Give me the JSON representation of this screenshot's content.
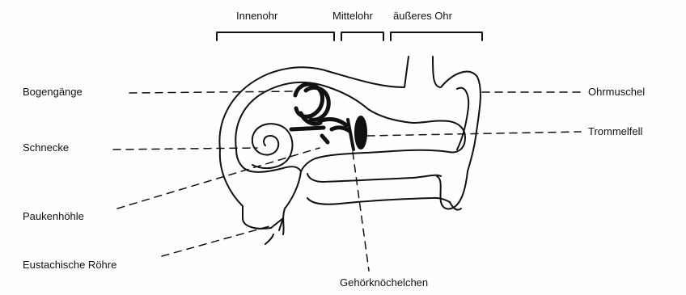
{
  "headers": {
    "inner_ear": "Innenohr",
    "middle_ear": "Mittelohr",
    "outer_ear": "äußeres Ohr"
  },
  "labels": {
    "semicircular_canals": "Bogengänge",
    "cochlea": "Schnecke",
    "tympanic_cavity": "Paukenhöhle",
    "eustachian_tube": "Eustachische Röhre",
    "auricle": "Ohrmuschel",
    "eardrum": "Trommelfell",
    "ossicles": "Gehörknöchelchen"
  },
  "colors": {
    "ink": "#111111",
    "background": "#fefefe"
  }
}
